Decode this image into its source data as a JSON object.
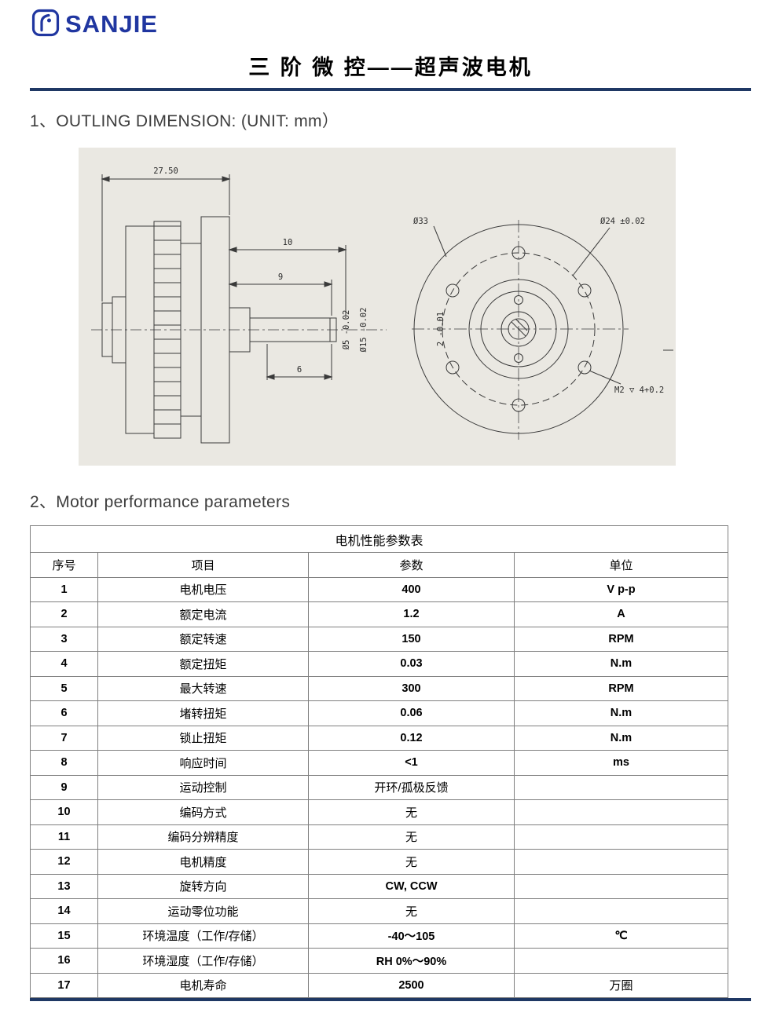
{
  "logo": {
    "text": "SANJIE"
  },
  "header": {
    "title": "三 阶 微 控——超声波电机",
    "accent_color": "#1f3864"
  },
  "sections": {
    "outline": "1、OUTLING DIMENSION: (UNIT: mm）",
    "performance": "2、Motor performance parameters"
  },
  "drawing": {
    "side_view": {
      "dim_overall": "27.50",
      "dim_10": "10",
      "dim_9": "9",
      "dim_6": "6",
      "dia_shaft": "Ø5 -0.02",
      "dia_hub": "Ø15 -0.02"
    },
    "front_view": {
      "dia_outer": "Ø33",
      "dia_bolt_circle": "Ø24 ±0.02",
      "dim_depth": "2 -0.01",
      "thread_callout": "M2 ▽ 4+0.2"
    }
  },
  "table": {
    "title": "电机性能参数表",
    "headers": [
      "序号",
      "项目",
      "参数",
      "单位"
    ],
    "rows": [
      {
        "no": "1",
        "item": "电机电压",
        "value": "400",
        "unit": "V p-p"
      },
      {
        "no": "2",
        "item": "额定电流",
        "value": "1.2",
        "unit": "A"
      },
      {
        "no": "3",
        "item": "额定转速",
        "value": "150",
        "unit": "RPM"
      },
      {
        "no": "4",
        "item": "额定扭矩",
        "value": "0.03",
        "unit": "N.m"
      },
      {
        "no": "5",
        "item": "最大转速",
        "value": "300",
        "unit": "RPM"
      },
      {
        "no": "6",
        "item": "堵转扭矩",
        "value": "0.06",
        "unit": "N.m"
      },
      {
        "no": "7",
        "item": "锁止扭矩",
        "value": "0.12",
        "unit": "N.m"
      },
      {
        "no": "8",
        "item": "响应时间",
        "value": "<1",
        "unit": "ms"
      },
      {
        "no": "9",
        "item": "运动控制",
        "value": "开环/孤极反馈",
        "unit": ""
      },
      {
        "no": "10",
        "item": "编码方式",
        "value": "无",
        "unit": ""
      },
      {
        "no": "11",
        "item": "编码分辨精度",
        "value": "无",
        "unit": ""
      },
      {
        "no": "12",
        "item": "电机精度",
        "value": "无",
        "unit": ""
      },
      {
        "no": "13",
        "item": "旋转方向",
        "value": "CW, CCW",
        "unit": ""
      },
      {
        "no": "14",
        "item": "运动零位功能",
        "value": "无",
        "unit": ""
      },
      {
        "no": "15",
        "item": "环境温度（工作/存储）",
        "value": "-40～105",
        "unit": "℃"
      },
      {
        "no": "16",
        "item": "环境湿度（工作/存储）",
        "value": "RH 0%～90%",
        "unit": ""
      },
      {
        "no": "17",
        "item": "电机寿命",
        "value": "2500",
        "unit": "万圈"
      }
    ]
  }
}
